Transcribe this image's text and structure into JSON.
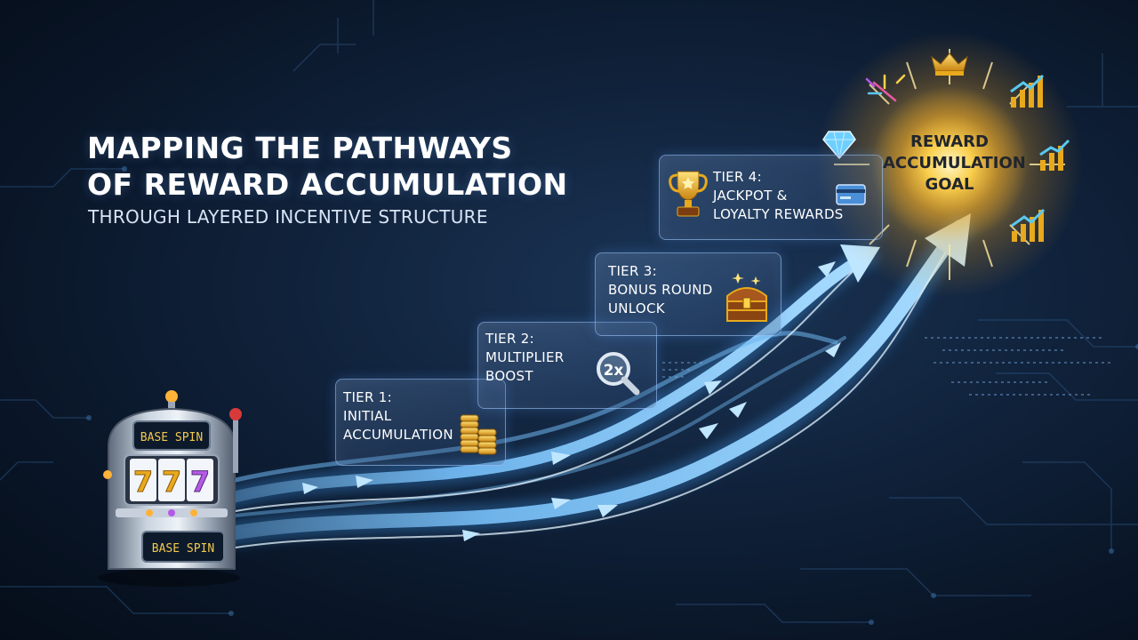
{
  "title": {
    "line1": "MAPPING THE PATHWAYS",
    "line2": "OF REWARD ACCUMULATION",
    "subtitle": "THROUGH LAYERED INCENTIVE STRUCTURE"
  },
  "slot_machine": {
    "top_label": "BASE SPIN",
    "reels": [
      "7",
      "7",
      "7"
    ],
    "bottom_label": "BASE SPIN"
  },
  "tiers": [
    {
      "heading": "TIER 1:",
      "lines": [
        "INITIAL",
        "ACCUMULATION"
      ],
      "icon": "coin-stack-icon"
    },
    {
      "heading": "TIER 2:",
      "lines": [
        "MULTIPLIER",
        "BOOST"
      ],
      "icon": "magnifier-2x-icon",
      "icon_text": "2x"
    },
    {
      "heading": "TIER 3:",
      "lines": [
        "BONUS ROUND",
        "UNLOCK"
      ],
      "icon": "treasure-chest-icon"
    },
    {
      "heading": "TIER 4:",
      "lines": [
        "JACKPOT &",
        "LOYALTY REWARDS"
      ],
      "icon": "trophy-icon",
      "icon2": "card-icon"
    }
  ],
  "goal": {
    "lines": [
      "REWARD",
      "ACCUMULATION",
      "GOAL"
    ],
    "icons": [
      "diamond-icon",
      "fireworks-icon",
      "crown-icon",
      "growth-chart-icon"
    ]
  },
  "colors": {
    "background": "#0f2038",
    "arrow": "#5ab4f5",
    "goal_glow": "#ffd24a",
    "gold": "#e8a91c"
  }
}
